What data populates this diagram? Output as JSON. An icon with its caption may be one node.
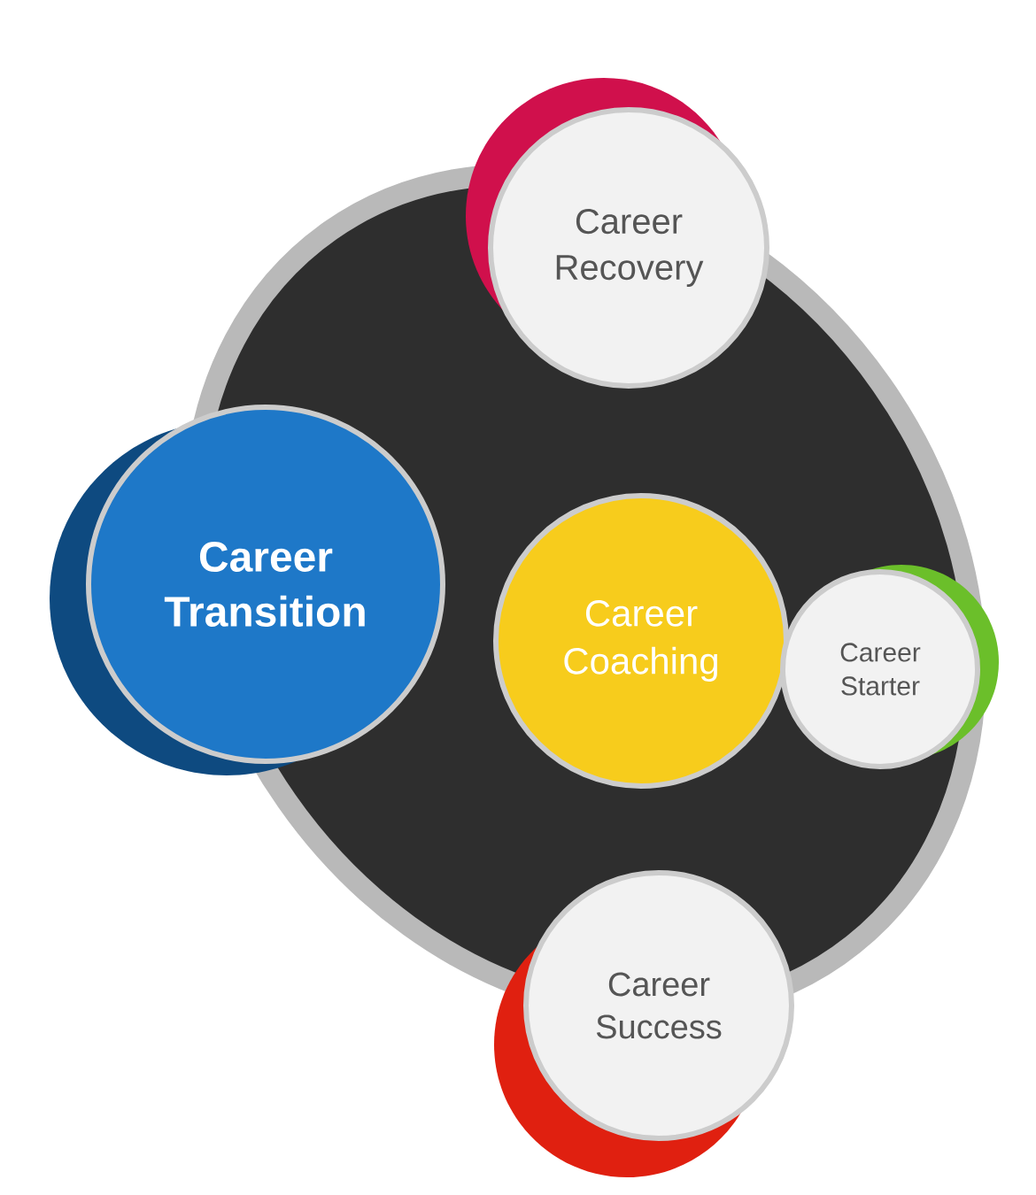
{
  "diagram": {
    "nodes": [
      {
        "text": [
          "Career Recovery"
        ]
      },
      {
        "text": [
          "Career Transition"
        ]
      },
      {
        "text": [
          "Career Coaching"
        ]
      },
      {
        "text": [
          "Career Starter"
        ]
      },
      {
        "text": [
          "Career Success"
        ]
      }
    ],
    "edges": []
  }
}
